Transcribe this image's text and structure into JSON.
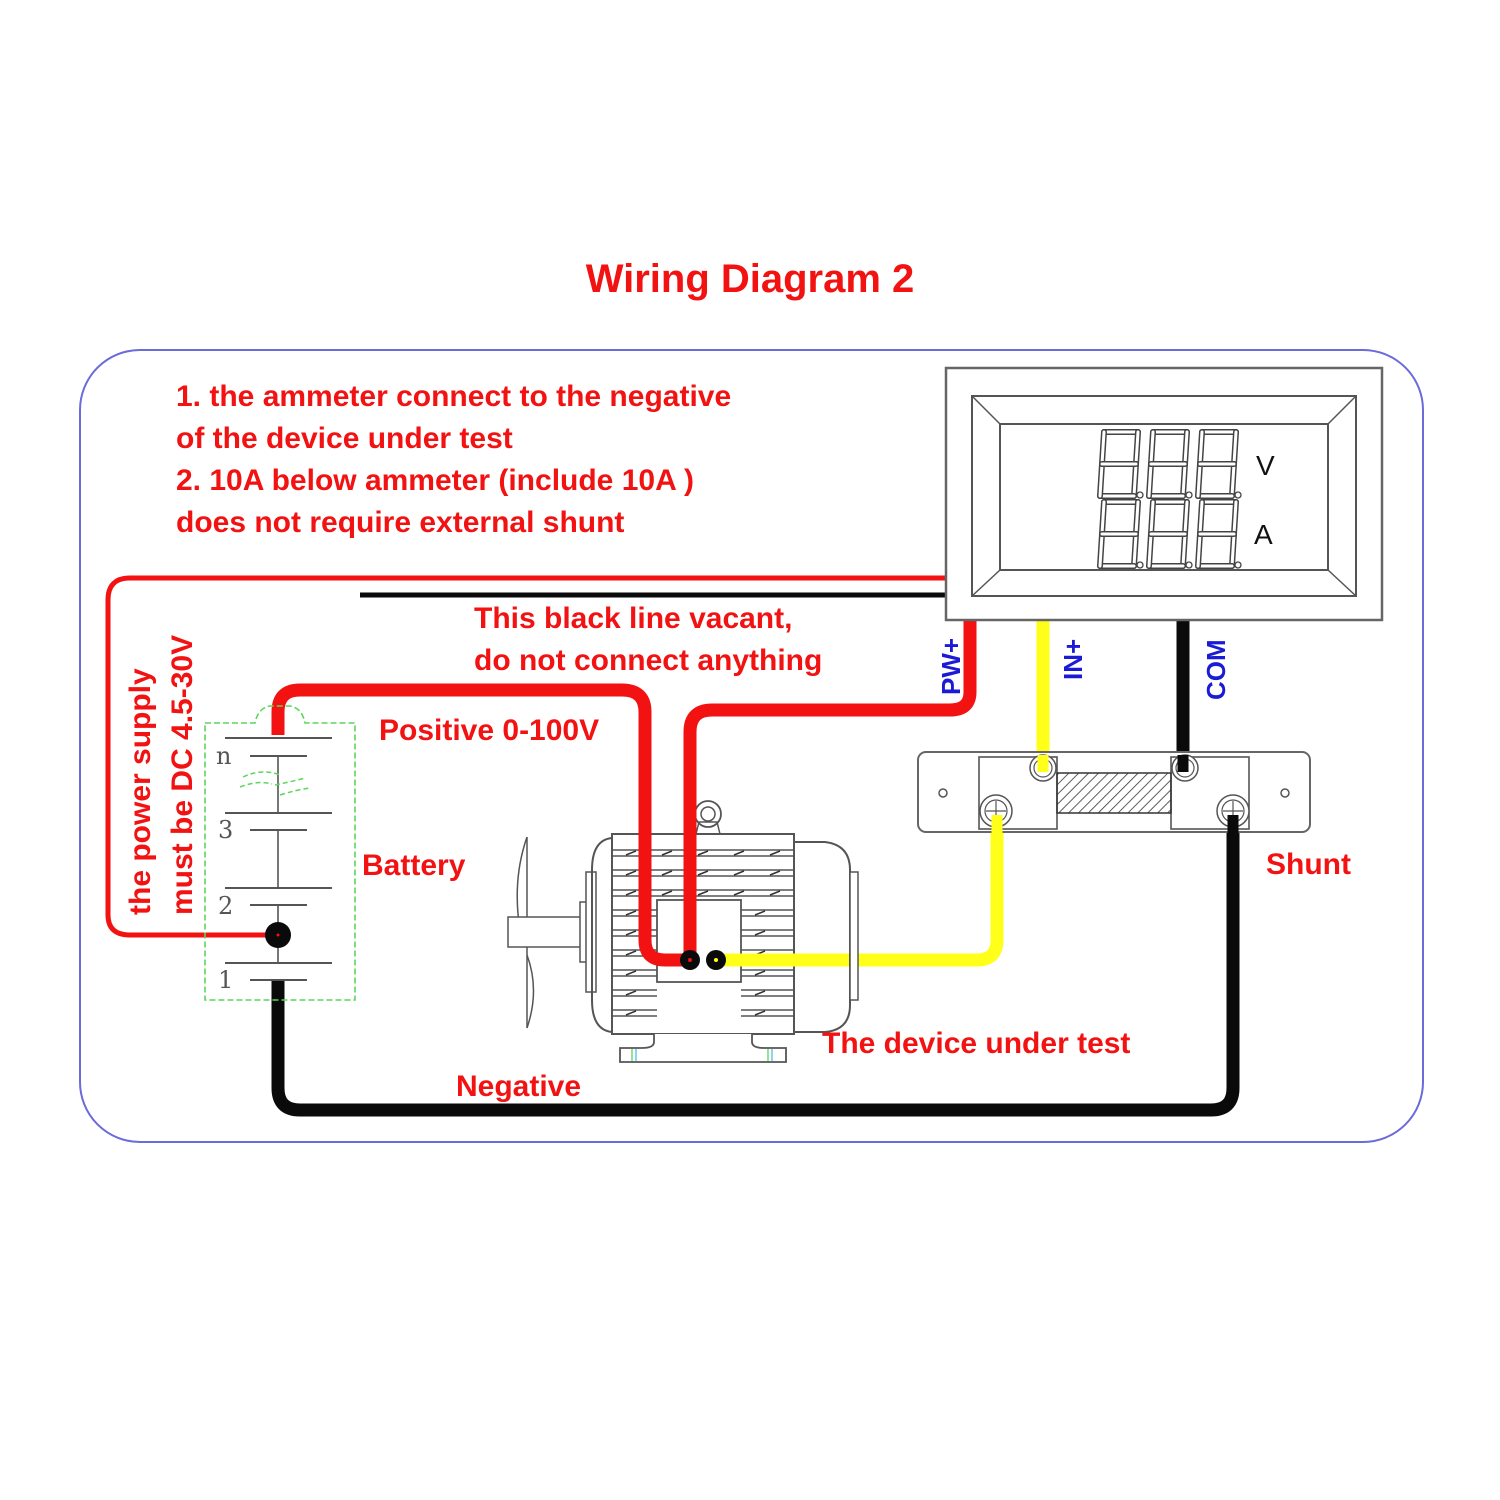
{
  "title": "Wiring Diagram 2",
  "notes": [
    "1. the ammeter connect to the negative",
    "of the device under test",
    "2. 10A below ammeter (include 10A )",
    "does not require external shunt"
  ],
  "vacant_note": [
    "This black line vacant,",
    "do not connect anything"
  ],
  "power_note": [
    "the power supply",
    "must be DC 4.5-30V"
  ],
  "meter": {
    "rows": [
      {
        "unit": "V",
        "digits": 3
      },
      {
        "unit": "A",
        "digits": 3
      }
    ],
    "terminals": {
      "pw": "PW+",
      "in": "IN+",
      "com": "COM"
    }
  },
  "labels": {
    "positive": "Positive 0-100V",
    "battery": "Battery",
    "shunt": "Shunt",
    "device": "The device under test",
    "negative": "Negative"
  },
  "battery_cells": [
    "n",
    "3",
    "2",
    "1"
  ],
  "colors": {
    "red_wire": "#f21212",
    "black_wire": "#0a0a0a",
    "yellow_wire": "#ffff1a",
    "frame": "#6b6bd9",
    "label_red": "#f21212",
    "label_blue": "#1b1bd6",
    "battery_outline": "#5cd65c"
  }
}
